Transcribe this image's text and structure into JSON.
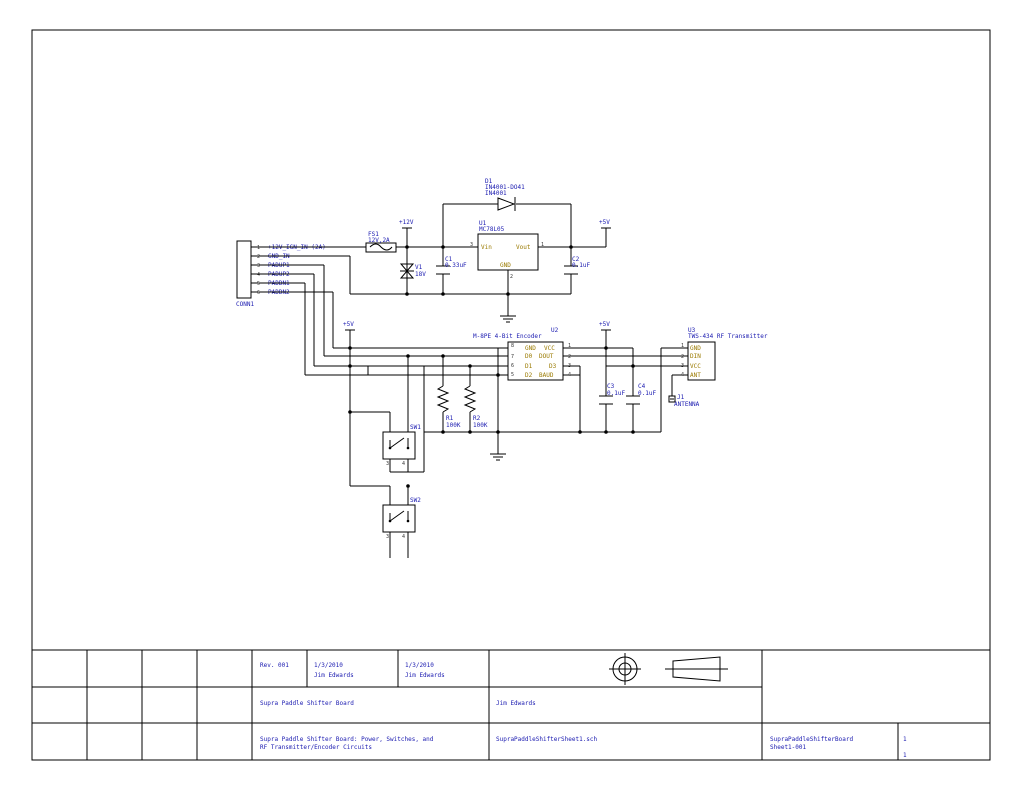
{
  "connector": {
    "ref": "CONN1",
    "pins": [
      "1",
      "2",
      "3",
      "4",
      "5",
      "6"
    ],
    "nets": [
      "+12V_IGN_IN (2A)",
      "GND_IN",
      "PADUP1",
      "PADUP2",
      "PADDN1",
      "PADDN2"
    ]
  },
  "fuse": {
    "ref": "FS1",
    "value": "12V,2A"
  },
  "diode_d1": {
    "ref": "D1",
    "line1": "IN4001-DO41",
    "line2": "IN4001"
  },
  "tvs_v1": {
    "ref": "V1",
    "value": "18V"
  },
  "regulator": {
    "ref": "U1",
    "part": "MC78L05",
    "pin_in": "Vin",
    "pin_out": "Vout",
    "pin_gnd": "GND",
    "num_in": "3",
    "num_out": "1",
    "num_gnd": "2"
  },
  "c1": {
    "ref": "C1",
    "value": "0.33uF"
  },
  "c2": {
    "ref": "C2",
    "value": "0.1uF"
  },
  "c3": {
    "ref": "C3",
    "value": "0.1uF"
  },
  "c4": {
    "ref": "C4",
    "value": "0.1uF"
  },
  "r1": {
    "ref": "R1",
    "value": "100K"
  },
  "r2": {
    "ref": "R2",
    "value": "100K"
  },
  "power": {
    "p12": "+12V",
    "p5a": "+5V",
    "p5b": "+5V",
    "p5c": "+5V"
  },
  "encoder": {
    "ref": "U2",
    "part": "M-8PE 4-Bit Encoder",
    "left_pins": [
      "8",
      "7",
      "6",
      "5"
    ],
    "right_pins": [
      "1",
      "2",
      "3",
      "4"
    ],
    "left_labels": [
      "GND",
      "D0",
      "D1",
      "D2"
    ],
    "right_labels": [
      "VCC",
      "DOUT",
      "D3",
      "BAUD"
    ]
  },
  "transmitter": {
    "ref": "U3",
    "part": "TWS-434 RF Transmitter",
    "pins": [
      "1",
      "2",
      "3",
      "4"
    ],
    "labels": [
      "GND",
      "DIN",
      "VCC",
      "ANT"
    ]
  },
  "antenna": {
    "ref": "J1",
    "label": "ANTENNA"
  },
  "sw1": {
    "ref": "SW1",
    "pin1": "3",
    "pin2": "4"
  },
  "sw2": {
    "ref": "SW2",
    "pin1": "3",
    "pin2": "4"
  },
  "title_block": {
    "rev": "Rev. 001",
    "date1": "1/3/2010",
    "author1": "Jim Edwards",
    "date2": "1/3/2010",
    "author2": "Jim Edwards",
    "board": "Supra Paddle Shifter Board",
    "drawn_by": "Jim Edwards",
    "desc1": "Supra Paddle Shifter Board: Power, Switches, and",
    "desc2": "RF Transmitter/Encoder Circuits",
    "file": "SupraPaddleShifterSheet1.sch",
    "doc1": "SupraPaddleShifterBoard",
    "doc2": "Sheet1-001",
    "sheet_num": "1",
    "sheet_of": "1"
  }
}
